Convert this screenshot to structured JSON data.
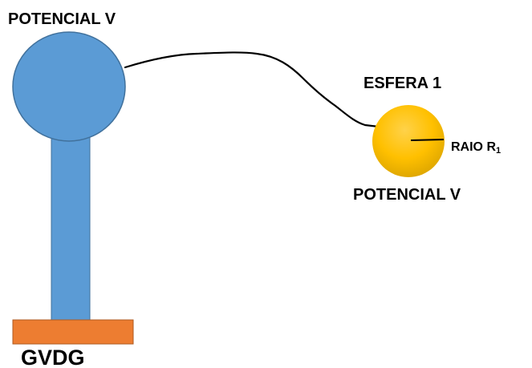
{
  "labels": {
    "generator_potential": "POTENCIAL V",
    "sphere_name": "ESFERA 1",
    "radius_main": "RAIO R",
    "radius_subscript": "1",
    "sphere_potential": "POTENCIAL V",
    "generator_name": "GVDG"
  },
  "colors": {
    "generator_sphere": "#5b9bd5",
    "generator_column": "#5b9bd5",
    "generator_outline": "#41719c",
    "generator_base": "#ed7d31",
    "base_outline": "#ae5a21",
    "sphere_1_light": "#ffd24a",
    "sphere_1_mid": "#ffc000",
    "sphere_1_dark": "#e0a800",
    "wire": "#000000"
  }
}
